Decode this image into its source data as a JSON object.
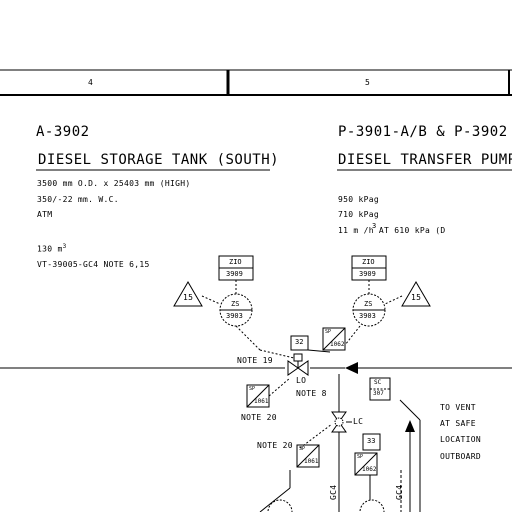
{
  "border": {
    "zone_left": "4",
    "zone_right": "5"
  },
  "equipment_left": {
    "tag": "A-3902",
    "name": "DIESEL STORAGE TANK (SOUTH)",
    "spec_lines": [
      "3500 mm O.D. x 25403 mm (HIGH)",
      "350/-22 mm. W.C.",
      "ATM"
    ],
    "capacity": "130 m",
    "capacity_sup": "3",
    "vent_line": "VT-39005-GC4  NOTE 6,15"
  },
  "equipment_right": {
    "tag": "P-3901-A/B & P-3902",
    "name": "DIESEL TRANSFER PUMP",
    "spec_lines": [
      "950 kPag",
      "710 kPag",
      "11 m /h AT 610 kPa (D"
    ],
    "flow_sup": "3"
  },
  "instruments": {
    "left_box": "ZIO",
    "left_box_sub": "3909",
    "left_triangle": "15",
    "left_circle": "ZS",
    "left_circle_sub": "3903",
    "right_box": "ZIO",
    "right_box_sub": "3909",
    "right_triangle": "15",
    "right_circle": "ZS",
    "right_circle_sub": "3903",
    "box_32": "32",
    "sp_1062_top": "SP",
    "sp_1062_bot": "1062",
    "sp_1061_top": "SP",
    "sp_1061_bot": "1061",
    "sp_1061b_top": "SP",
    "sp_1061b_bot": "1061",
    "box_33": "33",
    "sp_1062b_top": "SP",
    "sp_1062b_bot": "1062",
    "sc_top": "SC",
    "sc_bot": "307"
  },
  "notes": {
    "note19": "NOTE 19",
    "lo": "LO",
    "note8": "NOTE 8",
    "note20a": "NOTE 20",
    "note20b": "NOTE 20",
    "lc": "LC",
    "vent": [
      "TO VENT",
      "AT SAFE",
      "LOCATION",
      "OUTBOARD"
    ],
    "gc4_a": "GC4",
    "gc4_b": "GC4"
  }
}
